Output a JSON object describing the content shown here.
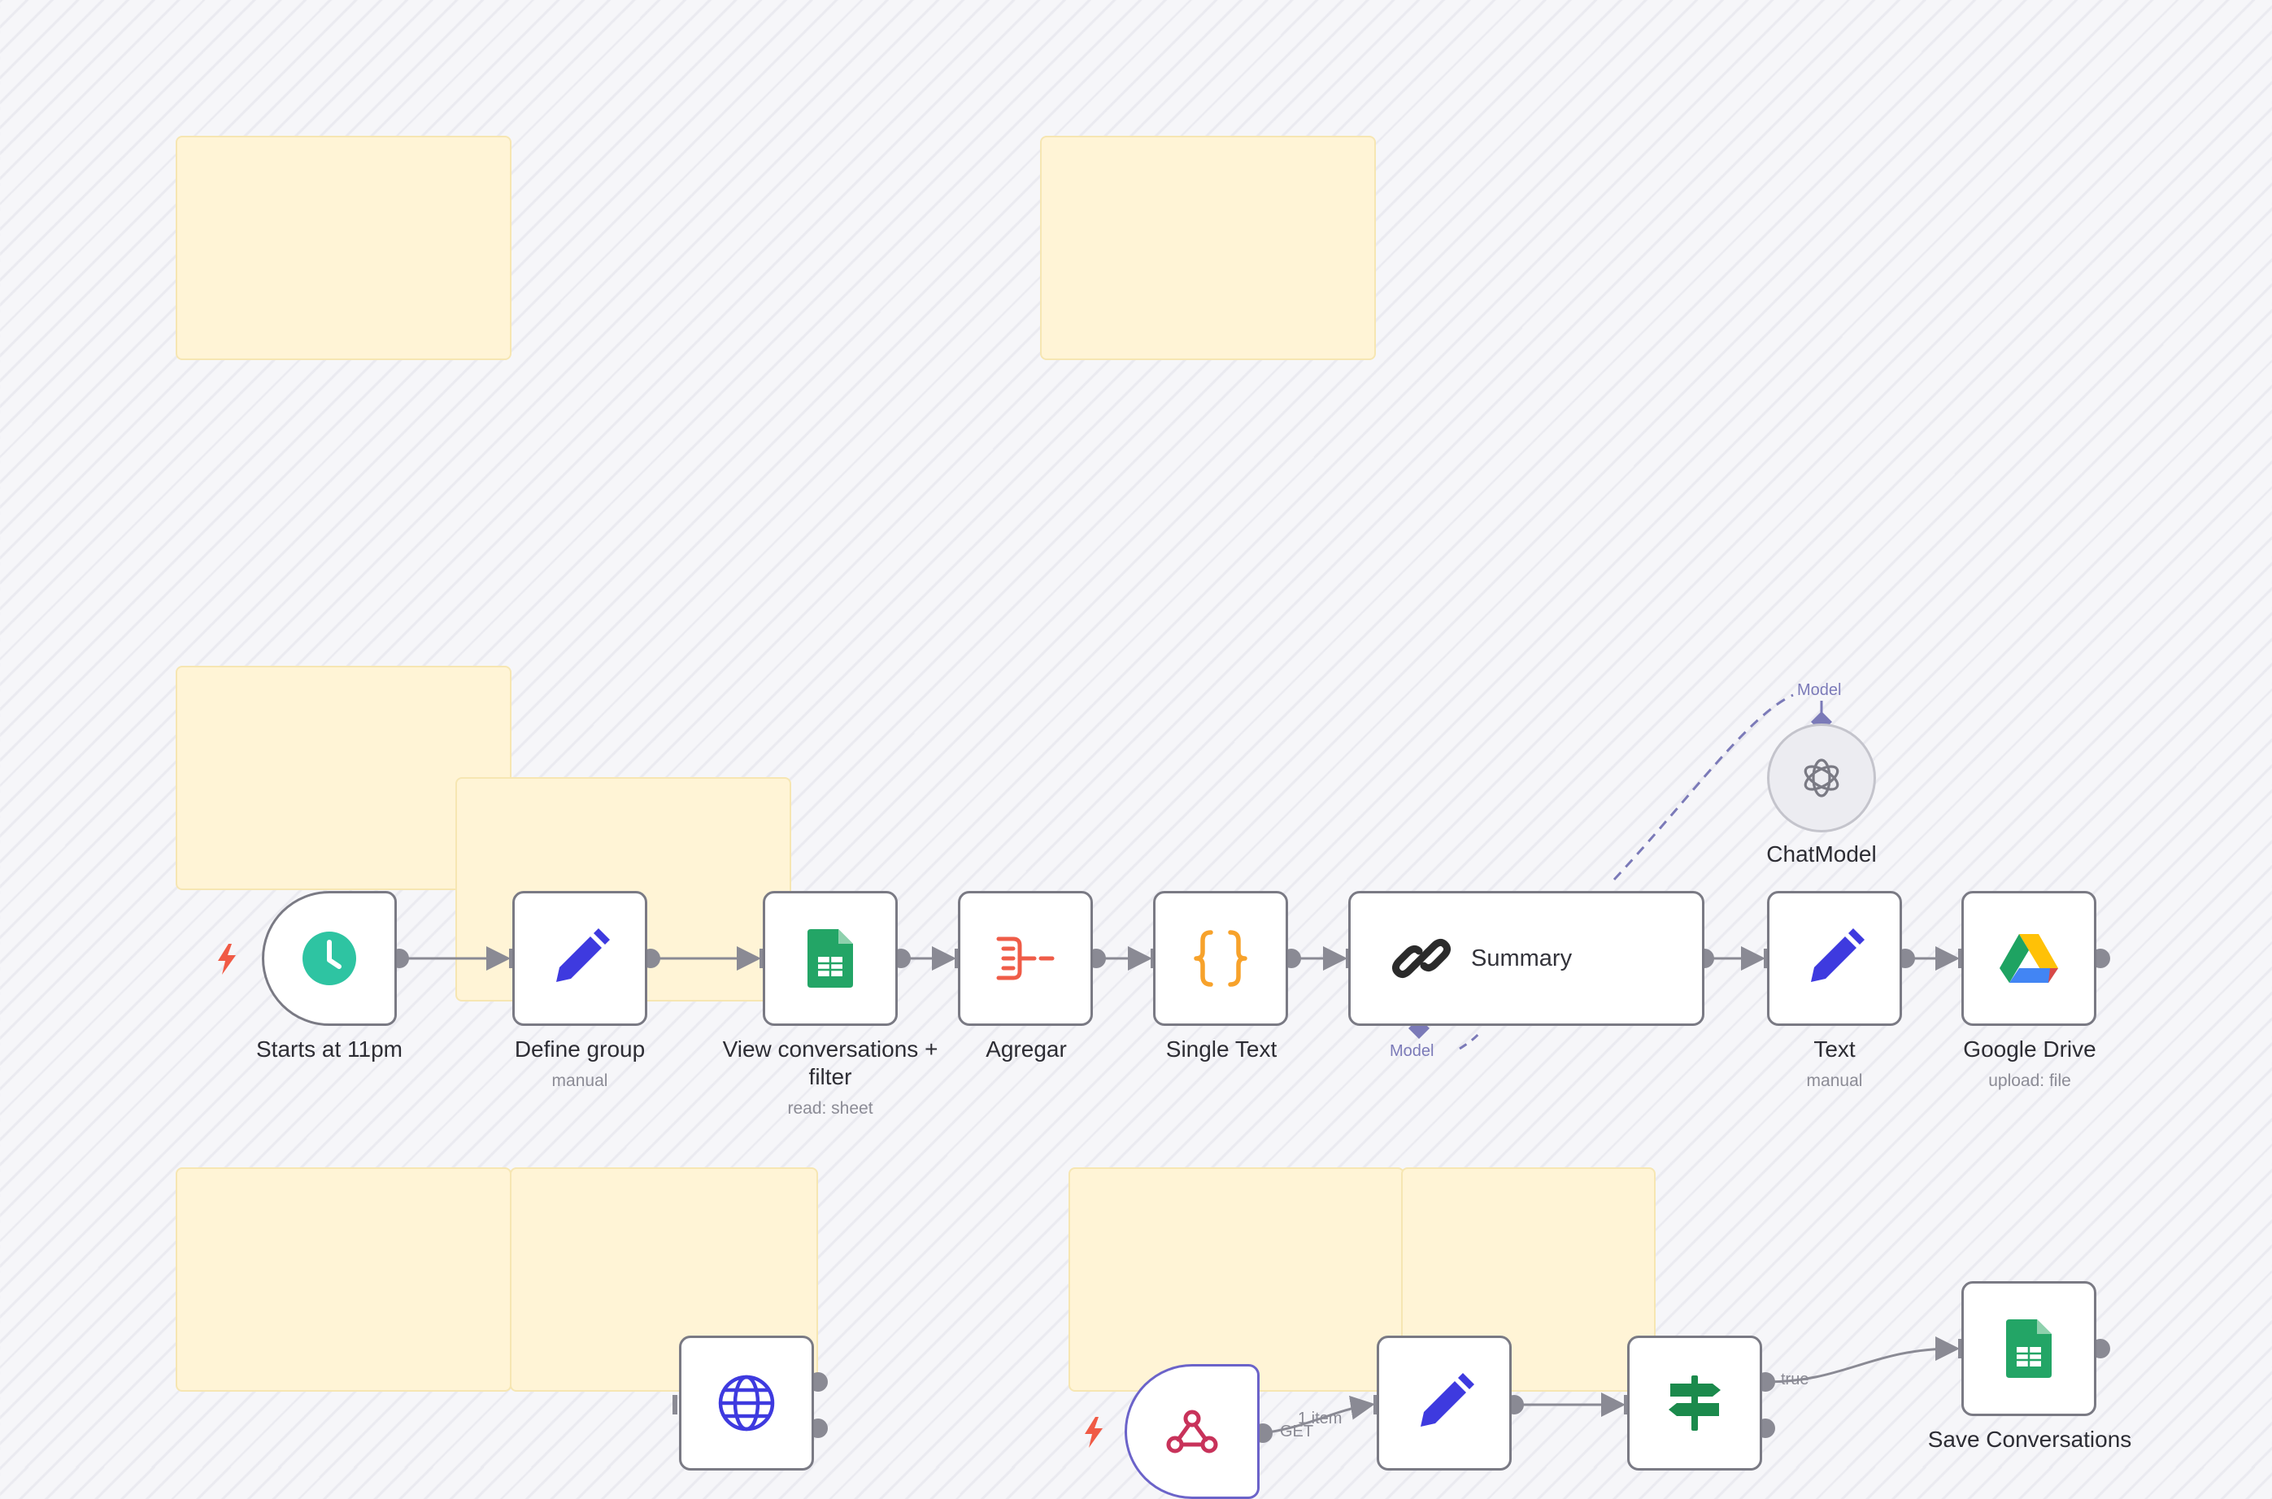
{
  "workflow": {
    "top_nodes": [
      {
        "label": "Starts at 11pm",
        "sub": "",
        "icon": "clock-icon"
      },
      {
        "label": "Define group",
        "sub": "manual",
        "icon": "pencil-icon"
      },
      {
        "label_line1": "View conversations +",
        "label_line2": "filter",
        "sub": "read: sheet",
        "icon": "google-sheets-icon"
      },
      {
        "label": "Agregar",
        "sub": "",
        "icon": "aggregate-icon"
      },
      {
        "label": "Single Text",
        "sub": "",
        "icon": "curly-braces-icon"
      },
      {
        "label": "Summary",
        "sub": "",
        "icon": "link-icon"
      },
      {
        "label": "Text",
        "sub": "manual",
        "icon": "pencil-icon"
      },
      {
        "label": "Google Drive",
        "sub": "upload: file",
        "icon": "google-drive-icon"
      }
    ],
    "chat_model": {
      "label": "ChatModel",
      "port_label": "Model",
      "icon": "openai-icon"
    },
    "summary_port_label": "Model",
    "bottom": {
      "http_icon": "globe-icon",
      "webhook_icon": "webhook-icon",
      "webhook_out_label": "GET",
      "edge_item_label": "1 item",
      "if_true_label": "true",
      "save_label": "Save Conversations"
    }
  },
  "colors": {
    "accent": "#6b63c9",
    "clock": "#2ec4a2",
    "pencil": "#3e3adf",
    "sheets": "#23a566",
    "aggregate": "#ef5c48",
    "braces": "#f7a22b",
    "trigger_bolt": "#f05a45",
    "sticky": "#fff4d6"
  }
}
